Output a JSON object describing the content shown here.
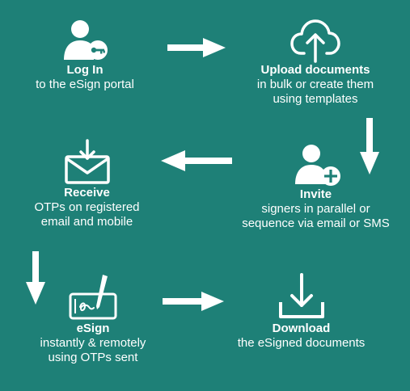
{
  "colors": {
    "background": "#1e8077",
    "foreground": "#ffffff"
  },
  "steps": [
    {
      "icon": "user-key-icon",
      "title": "Log In",
      "lines": [
        "to the eSign portal"
      ]
    },
    {
      "icon": "cloud-upload-icon",
      "title": "Upload documents",
      "lines": [
        "in bulk or create them",
        "using templates"
      ]
    },
    {
      "icon": "user-add-icon",
      "title": "Invite",
      "lines": [
        "signers in parallel or",
        "sequence via email or SMS"
      ]
    },
    {
      "icon": "mail-download-icon",
      "title": "Receive",
      "lines": [
        "OTPs on registered",
        "email and mobile"
      ]
    },
    {
      "icon": "tablet-pen-icon",
      "title": "eSign",
      "lines": [
        "instantly & remotely",
        "using OTPs sent"
      ]
    },
    {
      "icon": "download-icon",
      "title": "Download",
      "lines": [
        "the eSigned documents"
      ]
    }
  ]
}
